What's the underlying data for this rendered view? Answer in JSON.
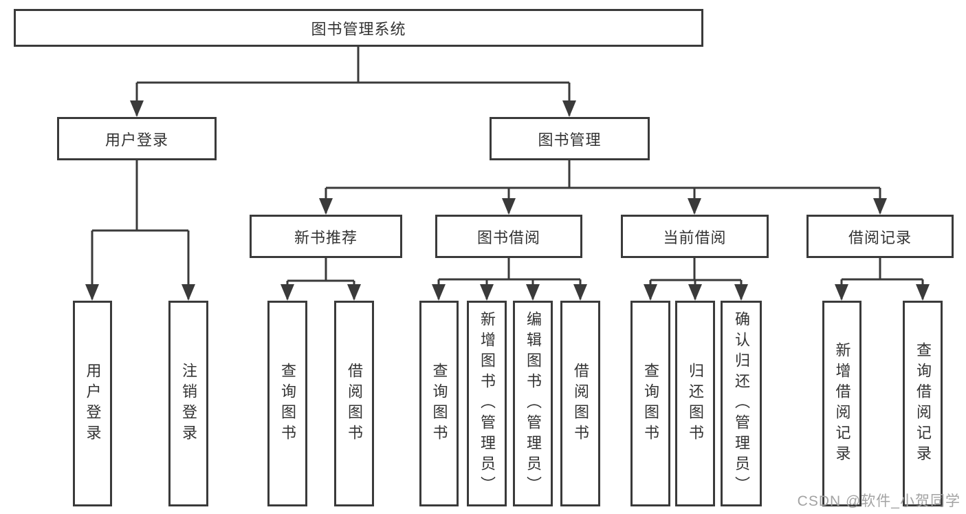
{
  "root": "图书管理系统",
  "level2": {
    "user_login": "用户登录",
    "book_mgmt": "图书管理"
  },
  "level3": {
    "new_book_rec": "新书推荐",
    "book_borrow": "图书借阅",
    "current_borrow": "当前借阅",
    "borrow_records": "借阅记录"
  },
  "leaves": [
    "用户登录",
    "注销登录",
    "查询图书",
    "借阅图书",
    "查询图书",
    "新增图书（管理员）",
    "编辑图书（管理员）",
    "借阅图书",
    "查询图书",
    "归还图书",
    "确认归还（管理员）",
    "新增借阅记录",
    "查询借阅记录"
  ],
  "watermark": "CSDN @软件_小贺同学",
  "colors": {
    "line": "#3a3a3a",
    "text": "#333333",
    "watermark_text": "#a3a3a3",
    "background": "#ffffff"
  }
}
